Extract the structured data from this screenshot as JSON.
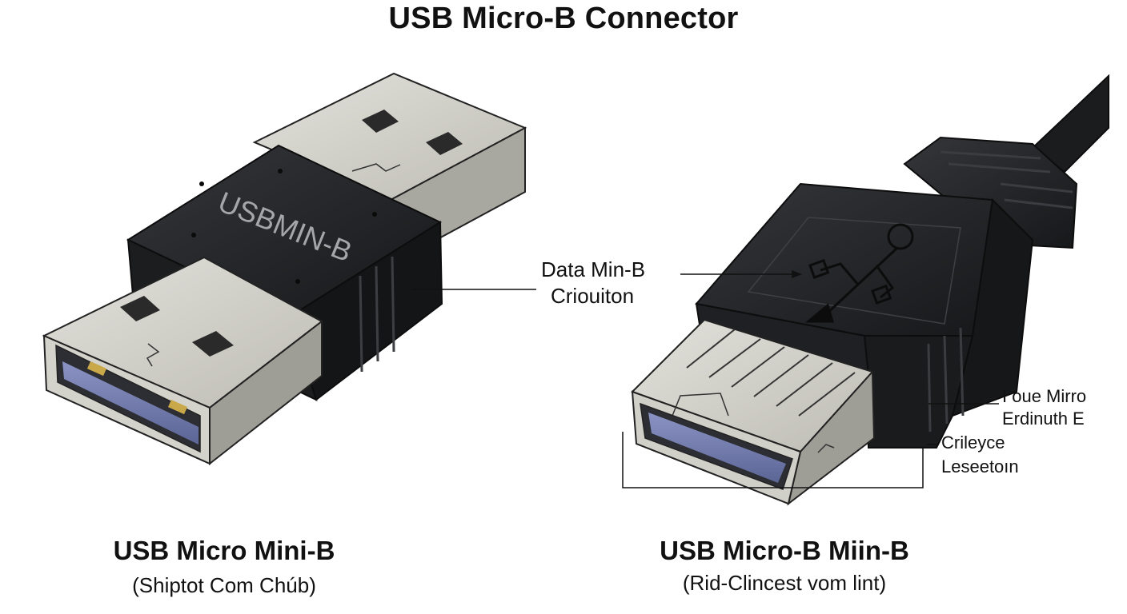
{
  "title": "USB Micro-B Connector",
  "left_connector": {
    "body_text": "USBMIN-B",
    "caption": "USB Micro Mini-B",
    "subcaption": "(Shiptot Com Chúb)"
  },
  "right_connector": {
    "caption": "USB Micro-B Miin-B",
    "subcaption": "(Rid-Clincest vom lint)"
  },
  "callouts": {
    "center_line1": "Data Min-B",
    "center_line2": "Criouiton",
    "right_upper_line1": "I oue Mirro",
    "right_upper_line2": "Erdinuth E",
    "right_lower_line1": "Crileyce",
    "right_lower_line2": "Leseetoın"
  },
  "colors": {
    "housing": "#1e1f22",
    "metal": "#cbcac3",
    "insulator": "#6e78a8",
    "contact": "#c9a84a"
  }
}
